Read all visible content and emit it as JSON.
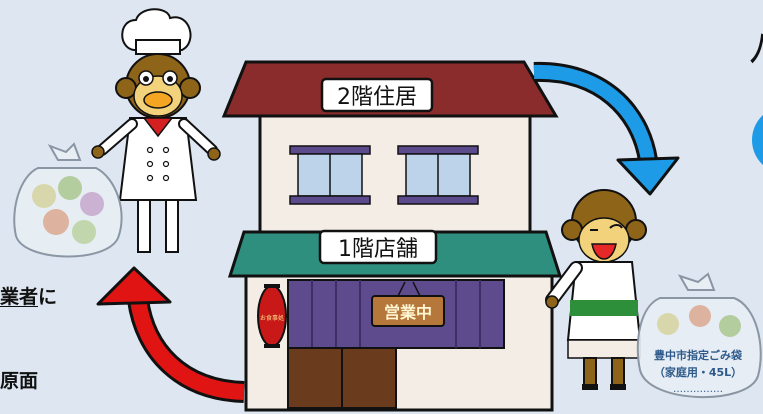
{
  "building": {
    "floor2_label": "2階住居",
    "floor1_label": "1階店舗",
    "open_sign": "営業中",
    "lantern_text": "お食事処"
  },
  "bag_right": {
    "line1": "豊中市指定ごみ袋",
    "line2": "（家庭用・45L）",
    "dots": "……………"
  },
  "left_text": {
    "line1_underlined": "業者",
    "line1_suffix": "に",
    "line2": "原面"
  },
  "colors": {
    "background": "#dde6f1",
    "roof_top": "#8b2c2c",
    "roof_shop": "#2f8f7f",
    "wall": "#f2ece4",
    "arrow_red": "#e11414",
    "arrow_blue": "#1d9be6"
  }
}
